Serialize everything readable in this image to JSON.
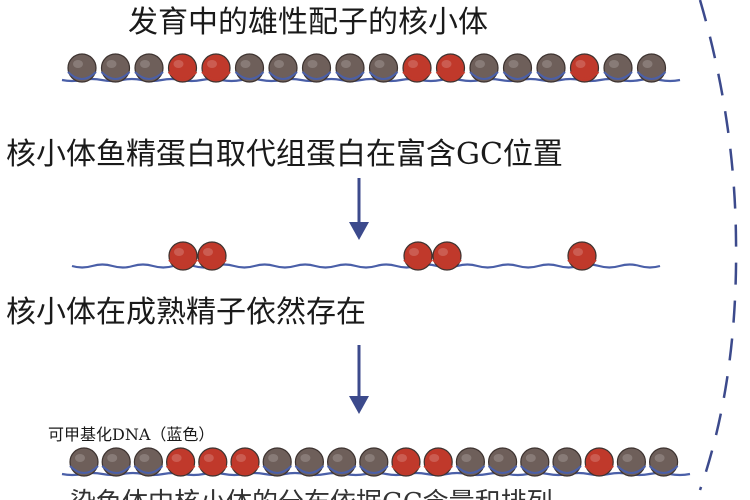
{
  "captions": {
    "top": "发育中的雄性配子的核小体",
    "step1": "核小体鱼精蛋白取代组蛋白在富含GC位置",
    "step2": "核小体在成熟精子依然存在",
    "methyl_label": "可甲基化DNA（蓝色）",
    "bottom_partial": "染色体中核小体的分布依据GC含量和排列"
  },
  "colors": {
    "histone": "#6e5f5a",
    "histone_dark": "#3d3330",
    "protamine": "#c0392b",
    "dna_blue": "#4a5fa8",
    "dna_red": "#c0392b",
    "arrow": "#3c4a8c",
    "dashed": "#3c4a8c"
  },
  "rows": {
    "top": [
      "h",
      "h",
      "h",
      "r",
      "r",
      "h",
      "h",
      "h",
      "h",
      "h",
      "r",
      "r",
      "h",
      "h",
      "h",
      "r",
      "h",
      "h"
    ],
    "middle_groups": [
      [
        "r",
        "r"
      ],
      [
        "r",
        "r"
      ],
      [
        "r"
      ]
    ],
    "bottom": [
      "h",
      "h",
      "h",
      "r",
      "r",
      "r",
      "h",
      "h",
      "h",
      "h",
      "r",
      "r",
      "h",
      "h",
      "h",
      "h",
      "r",
      "h",
      "h"
    ]
  }
}
